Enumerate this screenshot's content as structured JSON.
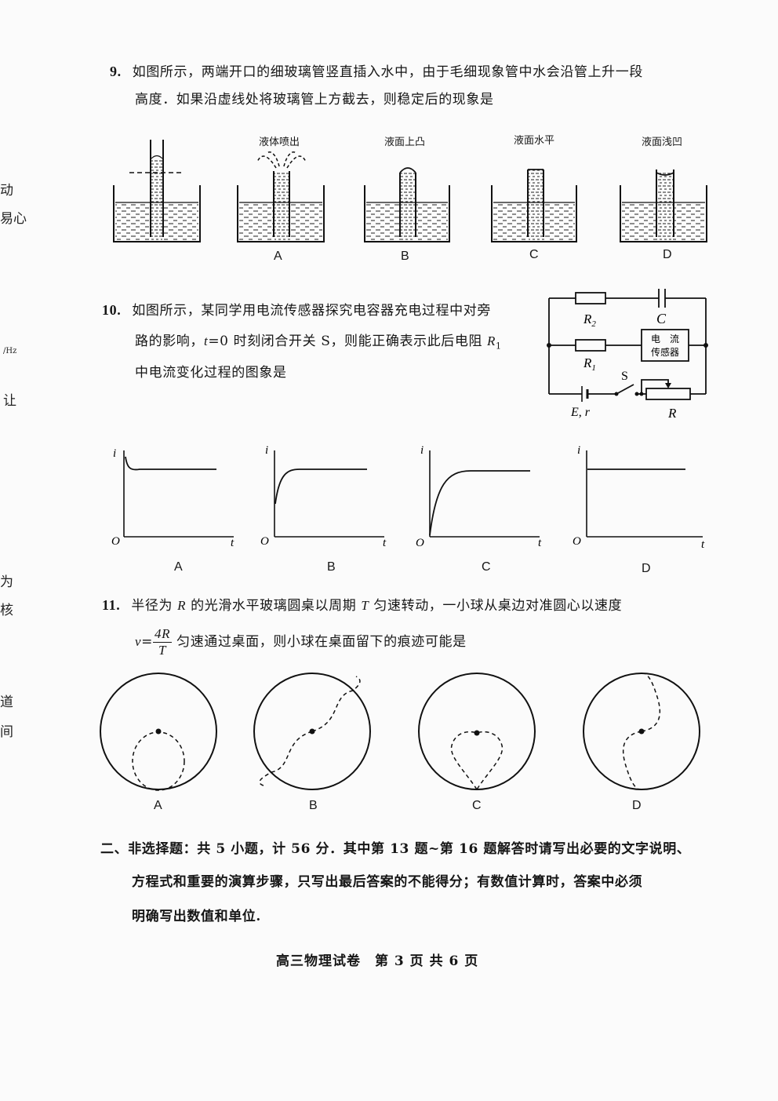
{
  "edge_chars": [
    "动",
    "易心",
    "/Hz",
    "让",
    "为",
    "核",
    "道",
    "间"
  ],
  "q9": {
    "number": "9.",
    "line1": "如图所示，两端开口的细玻璃管竖直插入水中，由于毛细现象管中水会沿管上升一段",
    "line2": "高度．如果沿虚线处将玻璃管上方截去，则稳定后的现象是",
    "options": [
      {
        "letter": "A",
        "caption": "液体喷出"
      },
      {
        "letter": "B",
        "caption": "液面上凸"
      },
      {
        "letter": "C",
        "caption": "液面水平"
      },
      {
        "letter": "D",
        "caption": "液面浅凹"
      }
    ]
  },
  "q10": {
    "number": "10.",
    "line1": "如图所示，某同学用电流传感器探究电容器充电过程中对旁",
    "line2_pre": "路的影响，",
    "line2_t": "t",
    "line2_mid": "=0 时刻闭合开关 S，则能正确表示此后电阻 ",
    "line2_r": "R",
    "line2_sub": "1",
    "line3": "中电流变化过程的图象是",
    "circuit": {
      "r2": "R",
      "r2_sub": "2",
      "c": "C",
      "r1": "R",
      "r1_sub": "1",
      "sensor_line1": "电　流",
      "sensor_line2": "传感器",
      "s": "S",
      "battery": "E, r",
      "rheostat": "R"
    },
    "graph_y": "i",
    "graph_x": "t",
    "graph_o": "O",
    "options": [
      "A",
      "B",
      "C",
      "D"
    ]
  },
  "q11": {
    "number": "11.",
    "line1_a": "半径为 ",
    "line1_r": "R",
    "line1_b": " 的光滑水平玻璃圆桌以周期 ",
    "line1_t": "T",
    "line1_c": " 匀速转动，一小球从桌边对准圆心以速度",
    "v": "v",
    "eq": "=",
    "frac_num": "4R",
    "frac_den": "T",
    "line2_rest": "匀速通过桌面，则小球在桌面留下的痕迹可能是",
    "options": [
      "A",
      "B",
      "C",
      "D"
    ]
  },
  "section2": {
    "line1": "二、非选择题：共 5 小题，计 56 分．其中第 13 题~第 16 题解答时请写出必要的文字说明、",
    "line2": "方程式和重要的演算步骤，只写出最后答案的不能得分；有数值计算时，答案中必须",
    "line3": "明确写出数值和单位."
  },
  "footer": "高三物理试卷　第 3 页 共 6 页"
}
